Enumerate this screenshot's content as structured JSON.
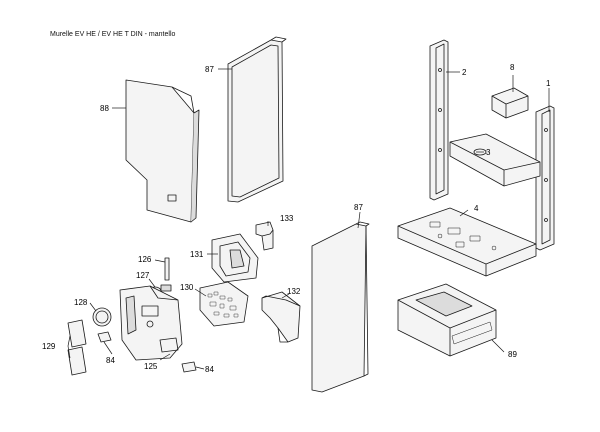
{
  "title": "Murelle EV HE  / EV HE T DIN - mantello",
  "labels": {
    "p1": "1",
    "p2": "2",
    "p3": "3",
    "p4": "4",
    "p8": "8",
    "p84a": "84",
    "p84b": "84",
    "p87a": "87",
    "p87b": "87",
    "p88": "88",
    "p89": "89",
    "p125": "125",
    "p126": "126",
    "p127": "127",
    "p128": "128",
    "p129": "129",
    "p130": "130",
    "p131": "131",
    "p132": "132",
    "p133": "133"
  },
  "colors": {
    "line": "#1a1a1a",
    "fill": "#f4f4f4",
    "shade": "#dcdcdc"
  }
}
